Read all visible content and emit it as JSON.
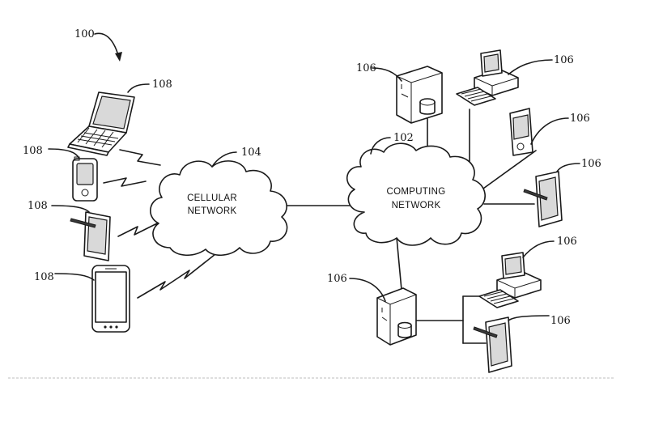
{
  "figure": {
    "system_ref": "100",
    "cellular_network": {
      "ref": "104",
      "label_line1": "CELLULAR",
      "label_line2": "NETWORK"
    },
    "computing_network": {
      "ref": "102",
      "label_line1": "COMPUTING",
      "label_line2": "NETWORK"
    },
    "mobile_devices": [
      {
        "ref": "108",
        "type": "laptop"
      },
      {
        "ref": "108",
        "type": "pda"
      },
      {
        "ref": "108",
        "type": "tablet"
      },
      {
        "ref": "108",
        "type": "smartphone"
      }
    ],
    "network_devices": [
      {
        "ref": "106",
        "type": "server"
      },
      {
        "ref": "106",
        "type": "desktop-computer"
      },
      {
        "ref": "106",
        "type": "pda"
      },
      {
        "ref": "106",
        "type": "tablet"
      },
      {
        "ref": "106",
        "type": "server"
      },
      {
        "ref": "106",
        "type": "desktop-computer"
      },
      {
        "ref": "106",
        "type": "tablet"
      }
    ]
  }
}
